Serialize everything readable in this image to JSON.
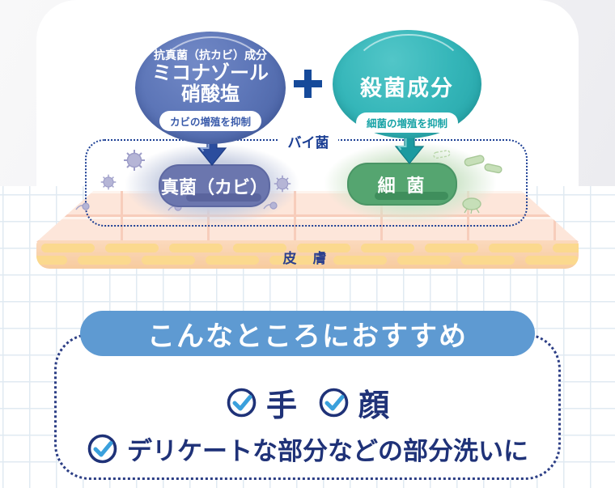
{
  "diagram": {
    "antifungal": {
      "category": "抗真菌（抗カビ）成分",
      "name_line1": "ミコナゾール",
      "name_line2": "硝酸塩",
      "effect_badge": "カビの増殖を抑制"
    },
    "bactericidal": {
      "name": "殺菌成分",
      "effect_badge": "細菌の増殖を抑制"
    },
    "germs_label": "バイ菌",
    "fungus_label": "真菌（カビ）",
    "bacteria_label": "細 菌",
    "skin_label": "皮 膚"
  },
  "recommendation": {
    "title": "こんなところにおすすめ",
    "items": [
      {
        "label": "手"
      },
      {
        "label": "顔"
      },
      {
        "label": "デリケートな部分などの部分洗いに"
      }
    ]
  },
  "colors": {
    "navy_text": "#1f3278",
    "antifungal_blue": "#5d76b8",
    "bactericidal_teal": "#35b6b9",
    "header_blue": "#5e9ad2",
    "check_blue": "#3aa0dc",
    "fungus_pill": "#6b76ae",
    "bacteria_pill": "#55a570",
    "plus_blue": "#164a9a",
    "skin_tile": "#fde6da",
    "skin_front": "#f9cfa4",
    "grid_line": "#e0eaf2"
  }
}
